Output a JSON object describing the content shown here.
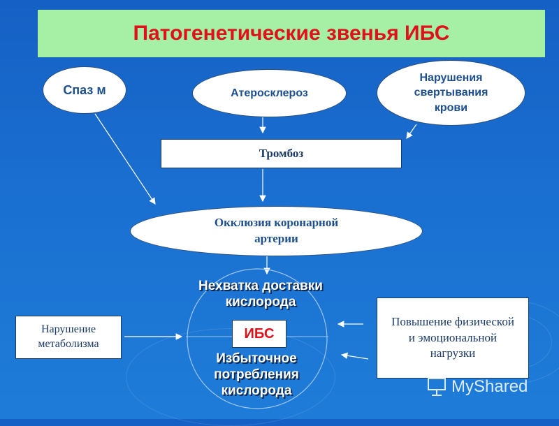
{
  "title": "Патогенетические звенья ИБС",
  "nodes": {
    "spasm": "Спаз м",
    "atherosclerosis": "Атеросклероз",
    "coagulation": "Нарушения свертывания крови",
    "thrombosis": "Тромбоз",
    "occlusion": "Окклюзия коронарной артерии",
    "oxygen_supply": "Нехватка доставки кислорода",
    "ibs": "ИБС",
    "oxygen_demand": "Избыточное потребления кислорода",
    "metabolism": "Нарушение метаболизма",
    "load": "Повышение физической и эмоциональной нагрузки"
  },
  "watermark": "MyShared",
  "colors": {
    "background": "#1a6fd0",
    "title_bg": "#a6f0a6",
    "title_text": "#e0111b",
    "ibs_text": "#e0111b",
    "node_text": "#1d4f8f"
  }
}
